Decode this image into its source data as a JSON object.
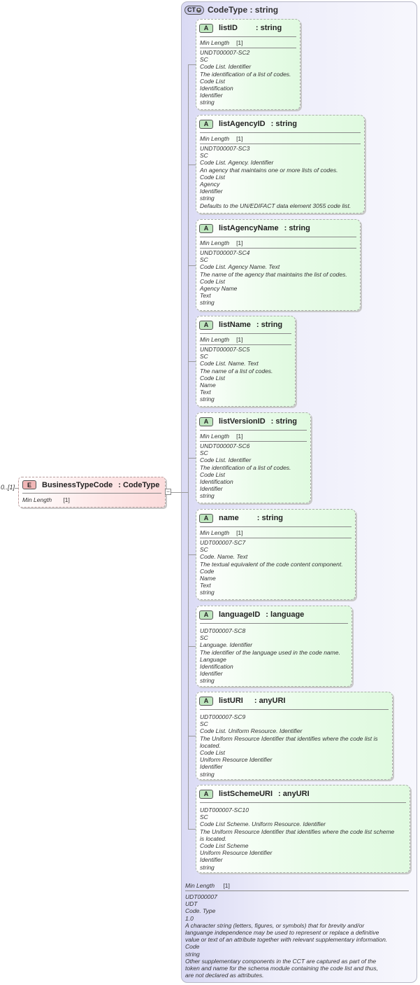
{
  "element": {
    "badge": "E",
    "name": "BusinessTypeCode",
    "type": ": CodeType",
    "occurrence": "0..[1]",
    "facet_label": "Min Length",
    "facet_value": "[1]"
  },
  "complex_type": {
    "badge": "CT",
    "title": "CodeType : string",
    "facet_label": "Min Length",
    "facet_value": "[1]",
    "doc": [
      "UDT000007",
      "UDT",
      "Code. Type",
      "1.0",
      "A character string (letters, figures, or symbols) that for brevity and/or",
      "languange independence may be used to represent or replace a definitive",
      "value or text of an attribute together with relevant supplementary information.",
      "Code",
      "string",
      "Other supplementary components in the CCT are captured as part of the",
      "token and name for the schema module containing the code list and thus,",
      "are not declared as attributes."
    ]
  },
  "attributes": [
    {
      "badge": "A",
      "name": "listID",
      "type": ": string",
      "facet_label": "Min Length",
      "facet_value": "[1]",
      "doc": [
        "UNDT000007-SC2",
        "SC",
        "Code List. Identifier",
        "The identification of a list of codes.",
        "Code List",
        "Identification",
        "Identifier",
        "string"
      ]
    },
    {
      "badge": "A",
      "name": "listAgencyID",
      "type": ": string",
      "facet_label": "Min Length",
      "facet_value": "[1]",
      "doc": [
        "UNDT000007-SC3",
        "SC",
        "Code List. Agency. Identifier",
        "An agency that maintains one or more lists of codes.",
        "Code List",
        "Agency",
        "Identifier",
        "string",
        "Defaults to the UN/EDIFACT data element 3055 code list."
      ]
    },
    {
      "badge": "A",
      "name": "listAgencyName",
      "type": ": string",
      "facet_label": "Min Length",
      "facet_value": "[1]",
      "doc": [
        "UNDT000007-SC4",
        "SC",
        "Code List. Agency Name. Text",
        "The name of the agency that maintains the list of codes.",
        "Code List",
        "Agency Name",
        "Text",
        "string"
      ]
    },
    {
      "badge": "A",
      "name": "listName",
      "type": ": string",
      "facet_label": "Min Length",
      "facet_value": "[1]",
      "doc": [
        "UNDT000007-SC5",
        "SC",
        "Code List. Name. Text",
        "The name of a list of codes.",
        "Code List",
        "Name",
        "Text",
        "string"
      ]
    },
    {
      "badge": "A",
      "name": "listVersionID",
      "type": ": string",
      "facet_label": "Min Length",
      "facet_value": "[1]",
      "doc": [
        "UNDT000007-SC6",
        "SC",
        "Code List. Identifier",
        "The identification of a list of codes.",
        "Code List",
        "Identification",
        "Identifier",
        "string"
      ]
    },
    {
      "badge": "A",
      "name": "name",
      "type": ": string",
      "facet_label": "Min Length",
      "facet_value": "[1]",
      "doc": [
        "UDT000007-SC7",
        "SC",
        "Code. Name. Text",
        "The textual equivalent of the code content component.",
        "Code",
        "Name",
        "Text",
        "string"
      ]
    },
    {
      "badge": "A",
      "name": "languageID",
      "type": ": language",
      "doc": [
        "UDT000007-SC8",
        "SC",
        "Language. Identifier",
        "The identifier of the language used in the code name.",
        "Language",
        "Identification",
        "Identifier",
        "string"
      ]
    },
    {
      "badge": "A",
      "name": "listURI",
      "type": ": anyURI",
      "doc": [
        "UDT000007-SC9",
        "SC",
        "Code List. Uniform Resource. Identifier",
        "The Uniform Resource Identifier that identifies where the code list is",
        "located.",
        "Code List",
        "Uniform Resource Identifier",
        "Identifier",
        "string"
      ]
    },
    {
      "badge": "A",
      "name": "listSchemeURI",
      "type": ": anyURI",
      "doc": [
        "UDT000007-SC10",
        "SC",
        "Code List Scheme. Uniform Resource. Identifier",
        "The Uniform Resource Identifier that identifies where the code list scheme",
        "is located.",
        "Code List Scheme",
        "Uniform Resource Identifier",
        "Identifier",
        "string"
      ]
    }
  ]
}
